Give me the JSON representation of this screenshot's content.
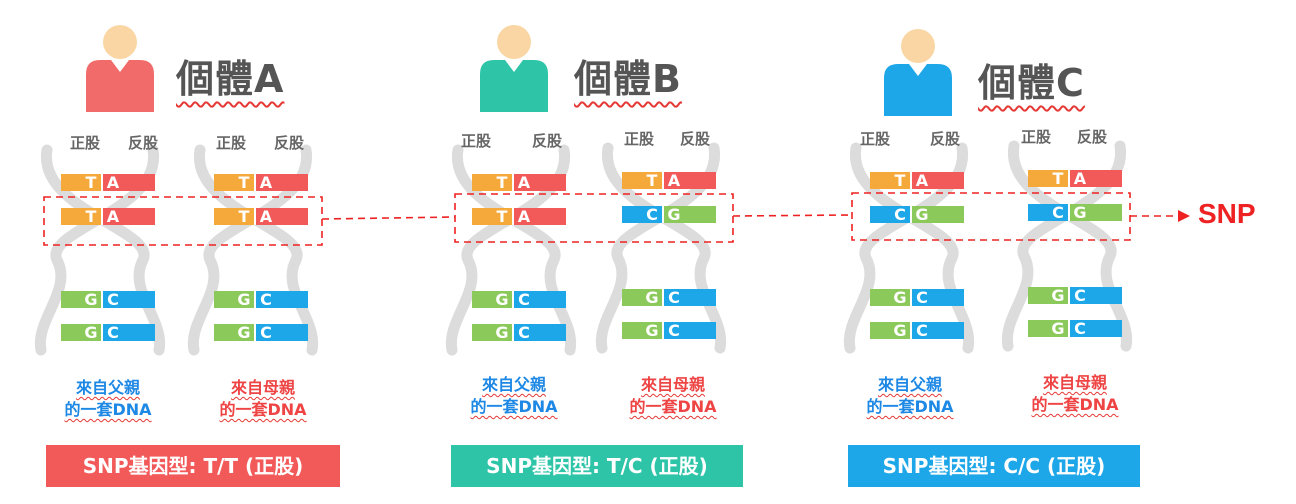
{
  "individuals": [
    {
      "title": "個體A",
      "shirt_color": "#f26b6b",
      "strand_labels": [
        "正股",
        "反股"
      ],
      "chromosomes": [
        {
          "origin_lines": [
            "來自父親",
            "的一套DNA"
          ],
          "origin_color": "#1e88e5",
          "pairs": [
            [
              "T",
              "A"
            ],
            [
              "T",
              "A"
            ],
            [
              "G",
              "C"
            ],
            [
              "G",
              "C"
            ]
          ]
        },
        {
          "origin_lines": [
            "來自母親",
            "的一套DNA"
          ],
          "origin_color": "#ee4444",
          "pairs": [
            [
              "T",
              "A"
            ],
            [
              "T",
              "A"
            ],
            [
              "G",
              "C"
            ],
            [
              "G",
              "C"
            ]
          ]
        }
      ],
      "genotype": "SNP基因型: T/T (正股)",
      "genotype_color": "#f25a5a"
    },
    {
      "title": "個體B",
      "shirt_color": "#2ec4a8",
      "strand_labels": [
        "正股",
        "反股"
      ],
      "chromosomes": [
        {
          "origin_lines": [
            "來自父親",
            "的一套DNA"
          ],
          "origin_color": "#1e88e5",
          "pairs": [
            [
              "T",
              "A"
            ],
            [
              "T",
              "A"
            ],
            [
              "G",
              "C"
            ],
            [
              "G",
              "C"
            ]
          ]
        },
        {
          "origin_lines": [
            "來自母親",
            "的一套DNA"
          ],
          "origin_color": "#ee4444",
          "pairs": [
            [
              "T",
              "A"
            ],
            [
              "C",
              "G"
            ],
            [
              "G",
              "C"
            ],
            [
              "G",
              "C"
            ]
          ]
        }
      ],
      "genotype": "SNP基因型: T/C (正股)",
      "genotype_color": "#2ec4a8"
    },
    {
      "title": "個體C",
      "shirt_color": "#1ea7e8",
      "strand_labels": [
        "正股",
        "反股"
      ],
      "chromosomes": [
        {
          "origin_lines": [
            "來自父親",
            "的一套DNA"
          ],
          "origin_color": "#1e88e5",
          "pairs": [
            [
              "T",
              "A"
            ],
            [
              "C",
              "G"
            ],
            [
              "G",
              "C"
            ],
            [
              "G",
              "C"
            ]
          ]
        },
        {
          "origin_lines": [
            "來自母親",
            "的一套DNA"
          ],
          "origin_color": "#ee4444",
          "pairs": [
            [
              "T",
              "A"
            ],
            [
              "C",
              "G"
            ],
            [
              "G",
              "C"
            ],
            [
              "G",
              "C"
            ]
          ]
        }
      ],
      "genotype": "SNP基因型: C/C (正股)",
      "genotype_color": "#1ea7e8"
    }
  ],
  "base_colors": {
    "T": "#f5a93a",
    "A": "#f25a5a",
    "C": "#1ea7e8",
    "G": "#8bc95a"
  },
  "helix_color": "#dcdcdc",
  "highlight_color": "#ee2222",
  "snp_label": "SNP"
}
